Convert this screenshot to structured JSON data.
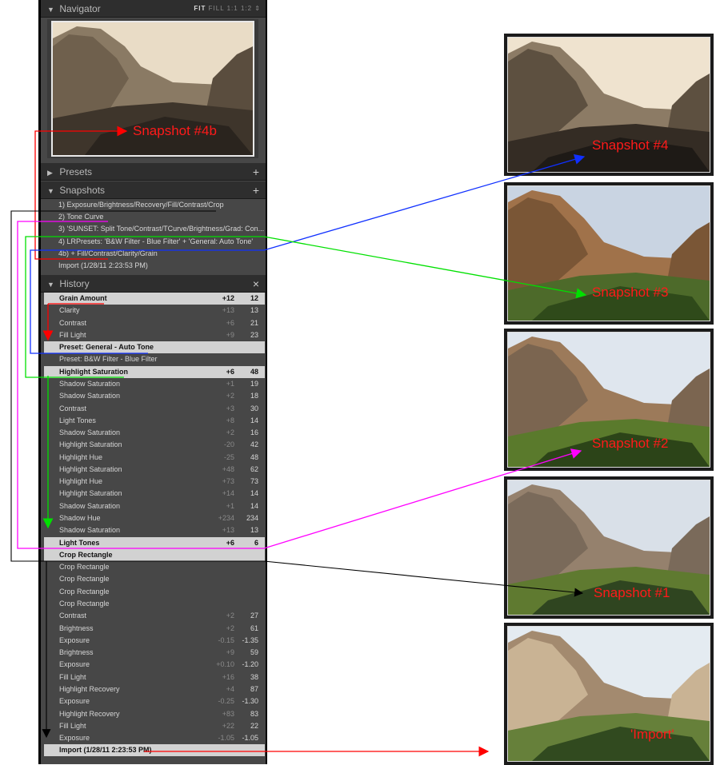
{
  "navigator": {
    "title": "Navigator",
    "options": [
      "FIT",
      "FILL",
      "1:1",
      "1:2 ⇕"
    ]
  },
  "presets": {
    "title": "Presets",
    "add": "+"
  },
  "snapshots": {
    "title": "Snapshots",
    "add": "+",
    "items": [
      "1) Exposure/Brightness/Recovery/Fill/Contrast/Crop",
      "2) Tone Curve",
      "3) 'SUNSET: Split Tone/Contrast/TCurve/Brightness/Grad: Con...",
      "4) LRPresets: 'B&W Filter - Blue Filter' + 'General: Auto Tone'",
      "4b) + Fill/Contrast/Clarity/Grain",
      "Import (1/28/11 2:23:53 PM)"
    ]
  },
  "history": {
    "title": "History",
    "close": "×",
    "items": [
      {
        "label": "Grain Amount",
        "delta": "+12",
        "value": "12",
        "hl": true
      },
      {
        "label": "Clarity",
        "delta": "+13",
        "value": "13"
      },
      {
        "label": "Contrast",
        "delta": "+6",
        "value": "21"
      },
      {
        "label": "Fill Light",
        "delta": "+9",
        "value": "23"
      },
      {
        "label": "Preset: General - Auto Tone",
        "delta": "",
        "value": "",
        "hl": true
      },
      {
        "label": "Preset: B&W Filter - Blue Filter",
        "delta": "",
        "value": ""
      },
      {
        "label": "Highlight Saturation",
        "delta": "+6",
        "value": "48",
        "hl": true
      },
      {
        "label": "Shadow Saturation",
        "delta": "+1",
        "value": "19"
      },
      {
        "label": "Shadow Saturation",
        "delta": "+2",
        "value": "18"
      },
      {
        "label": "Contrast",
        "delta": "+3",
        "value": "30"
      },
      {
        "label": "Light Tones",
        "delta": "+8",
        "value": "14"
      },
      {
        "label": "Shadow Saturation",
        "delta": "+2",
        "value": "16"
      },
      {
        "label": "Highlight Saturation",
        "delta": "-20",
        "value": "42"
      },
      {
        "label": "Highlight Hue",
        "delta": "-25",
        "value": "48"
      },
      {
        "label": "Highlight Saturation",
        "delta": "+48",
        "value": "62"
      },
      {
        "label": "Highlight Hue",
        "delta": "+73",
        "value": "73"
      },
      {
        "label": "Highlight Saturation",
        "delta": "+14",
        "value": "14"
      },
      {
        "label": "Shadow Saturation",
        "delta": "+1",
        "value": "14"
      },
      {
        "label": "Shadow Hue",
        "delta": "+234",
        "value": "234"
      },
      {
        "label": "Shadow Saturation",
        "delta": "+13",
        "value": "13"
      },
      {
        "label": "Light Tones",
        "delta": "+6",
        "value": "6",
        "hl": true
      },
      {
        "label": "Crop Rectangle",
        "delta": "",
        "value": "",
        "hl": true
      },
      {
        "label": "Crop Rectangle",
        "delta": "",
        "value": ""
      },
      {
        "label": "Crop Rectangle",
        "delta": "",
        "value": ""
      },
      {
        "label": "Crop Rectangle",
        "delta": "",
        "value": ""
      },
      {
        "label": "Crop Rectangle",
        "delta": "",
        "value": ""
      },
      {
        "label": "Contrast",
        "delta": "+2",
        "value": "27"
      },
      {
        "label": "Brightness",
        "delta": "+2",
        "value": "61"
      },
      {
        "label": "Exposure",
        "delta": "-0.15",
        "value": "-1.35"
      },
      {
        "label": "Brightness",
        "delta": "+9",
        "value": "59"
      },
      {
        "label": "Exposure",
        "delta": "+0.10",
        "value": "-1.20"
      },
      {
        "label": "Fill Light",
        "delta": "+16",
        "value": "38"
      },
      {
        "label": "Highlight Recovery",
        "delta": "+4",
        "value": "87"
      },
      {
        "label": "Exposure",
        "delta": "-0.25",
        "value": "-1.30"
      },
      {
        "label": "Highlight Recovery",
        "delta": "+83",
        "value": "83"
      },
      {
        "label": "Fill Light",
        "delta": "+22",
        "value": "22"
      },
      {
        "label": "Exposure",
        "delta": "-1.05",
        "value": "-1.05"
      },
      {
        "label": "Import (1/28/11 2:23:53 PM)",
        "delta": "",
        "value": "",
        "hl": true
      }
    ]
  },
  "annotations": {
    "nav_label": "Snapshot #4b",
    "frames": [
      "Snapshot #4",
      "Snapshot #3",
      "Snapshot #2",
      "Snapshot #1",
      "'Import'"
    ]
  }
}
